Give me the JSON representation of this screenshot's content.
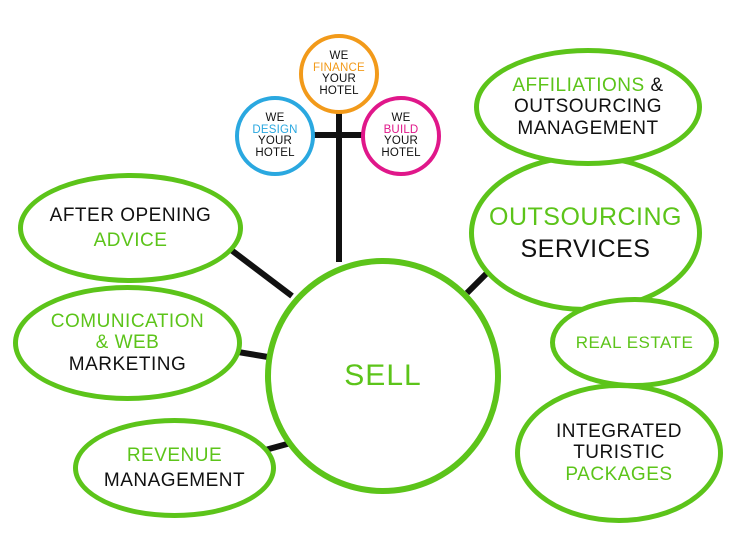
{
  "center": {
    "label": "SELL"
  },
  "small_circles": {
    "finance": {
      "line1": "WE",
      "line2": "FINANCE",
      "line3": "YOUR",
      "line4": "HOTEL",
      "accent": "#f29a1a"
    },
    "design": {
      "line1": "WE",
      "line2": "DESIGN",
      "line3": "YOUR",
      "line4": "HOTEL",
      "accent": "#2aa8e0"
    },
    "build": {
      "line1": "WE",
      "line2": "BUILD",
      "line3": "YOUR",
      "line4": "HOTEL",
      "accent": "#e0178a"
    }
  },
  "nodes": {
    "after_opening": {
      "line1": "AFTER OPENING",
      "line2": "ADVICE"
    },
    "communication": {
      "line1": "COMUNICATION",
      "line2": "& WEB",
      "line3": "MARKETING"
    },
    "revenue": {
      "line1": "REVENUE",
      "line2": "MANAGEMENT"
    },
    "affiliations": {
      "line1a": "AFFILIATIONS",
      "line1b": " &",
      "line2": "OUTSOURCING",
      "line3": "MANAGEMENT"
    },
    "outsourcing": {
      "line1": "OUTSOURCING",
      "line2": "SERVICES"
    },
    "real_estate": {
      "line1": "REAL ESTATE"
    },
    "integrated": {
      "line1": "INTEGRATED",
      "line2": "TURISTIC",
      "line3": "PACKAGES"
    }
  },
  "colors": {
    "green": "#5cc41a",
    "black": "#111111",
    "orange": "#f29a1a",
    "blue": "#2aa8e0",
    "magenta": "#e0178a"
  }
}
